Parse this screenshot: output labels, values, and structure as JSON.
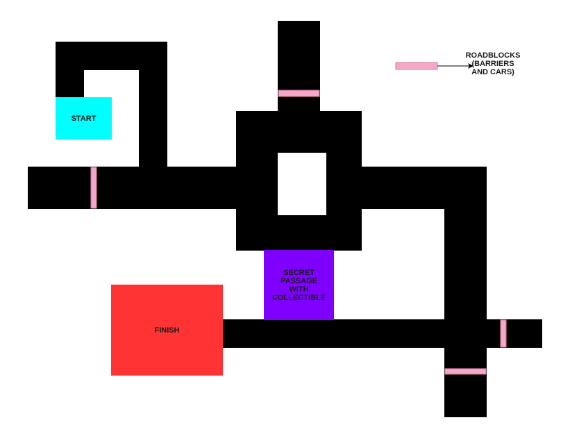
{
  "colors": {
    "road": "#000000",
    "roadblock": "#f4a7c8",
    "start": "#00ffff",
    "finish": "#ff3333",
    "secret": "#7f00ff",
    "background": "#ffffff"
  },
  "zones": {
    "start": "START",
    "finish": "FINISH",
    "secret": "SECRET\nPASSAGE\nWITH\nCOLLECTIBLE"
  },
  "legend": {
    "label": "ROADBLOCKS\n(BARRIERS\nAND CARS)"
  }
}
